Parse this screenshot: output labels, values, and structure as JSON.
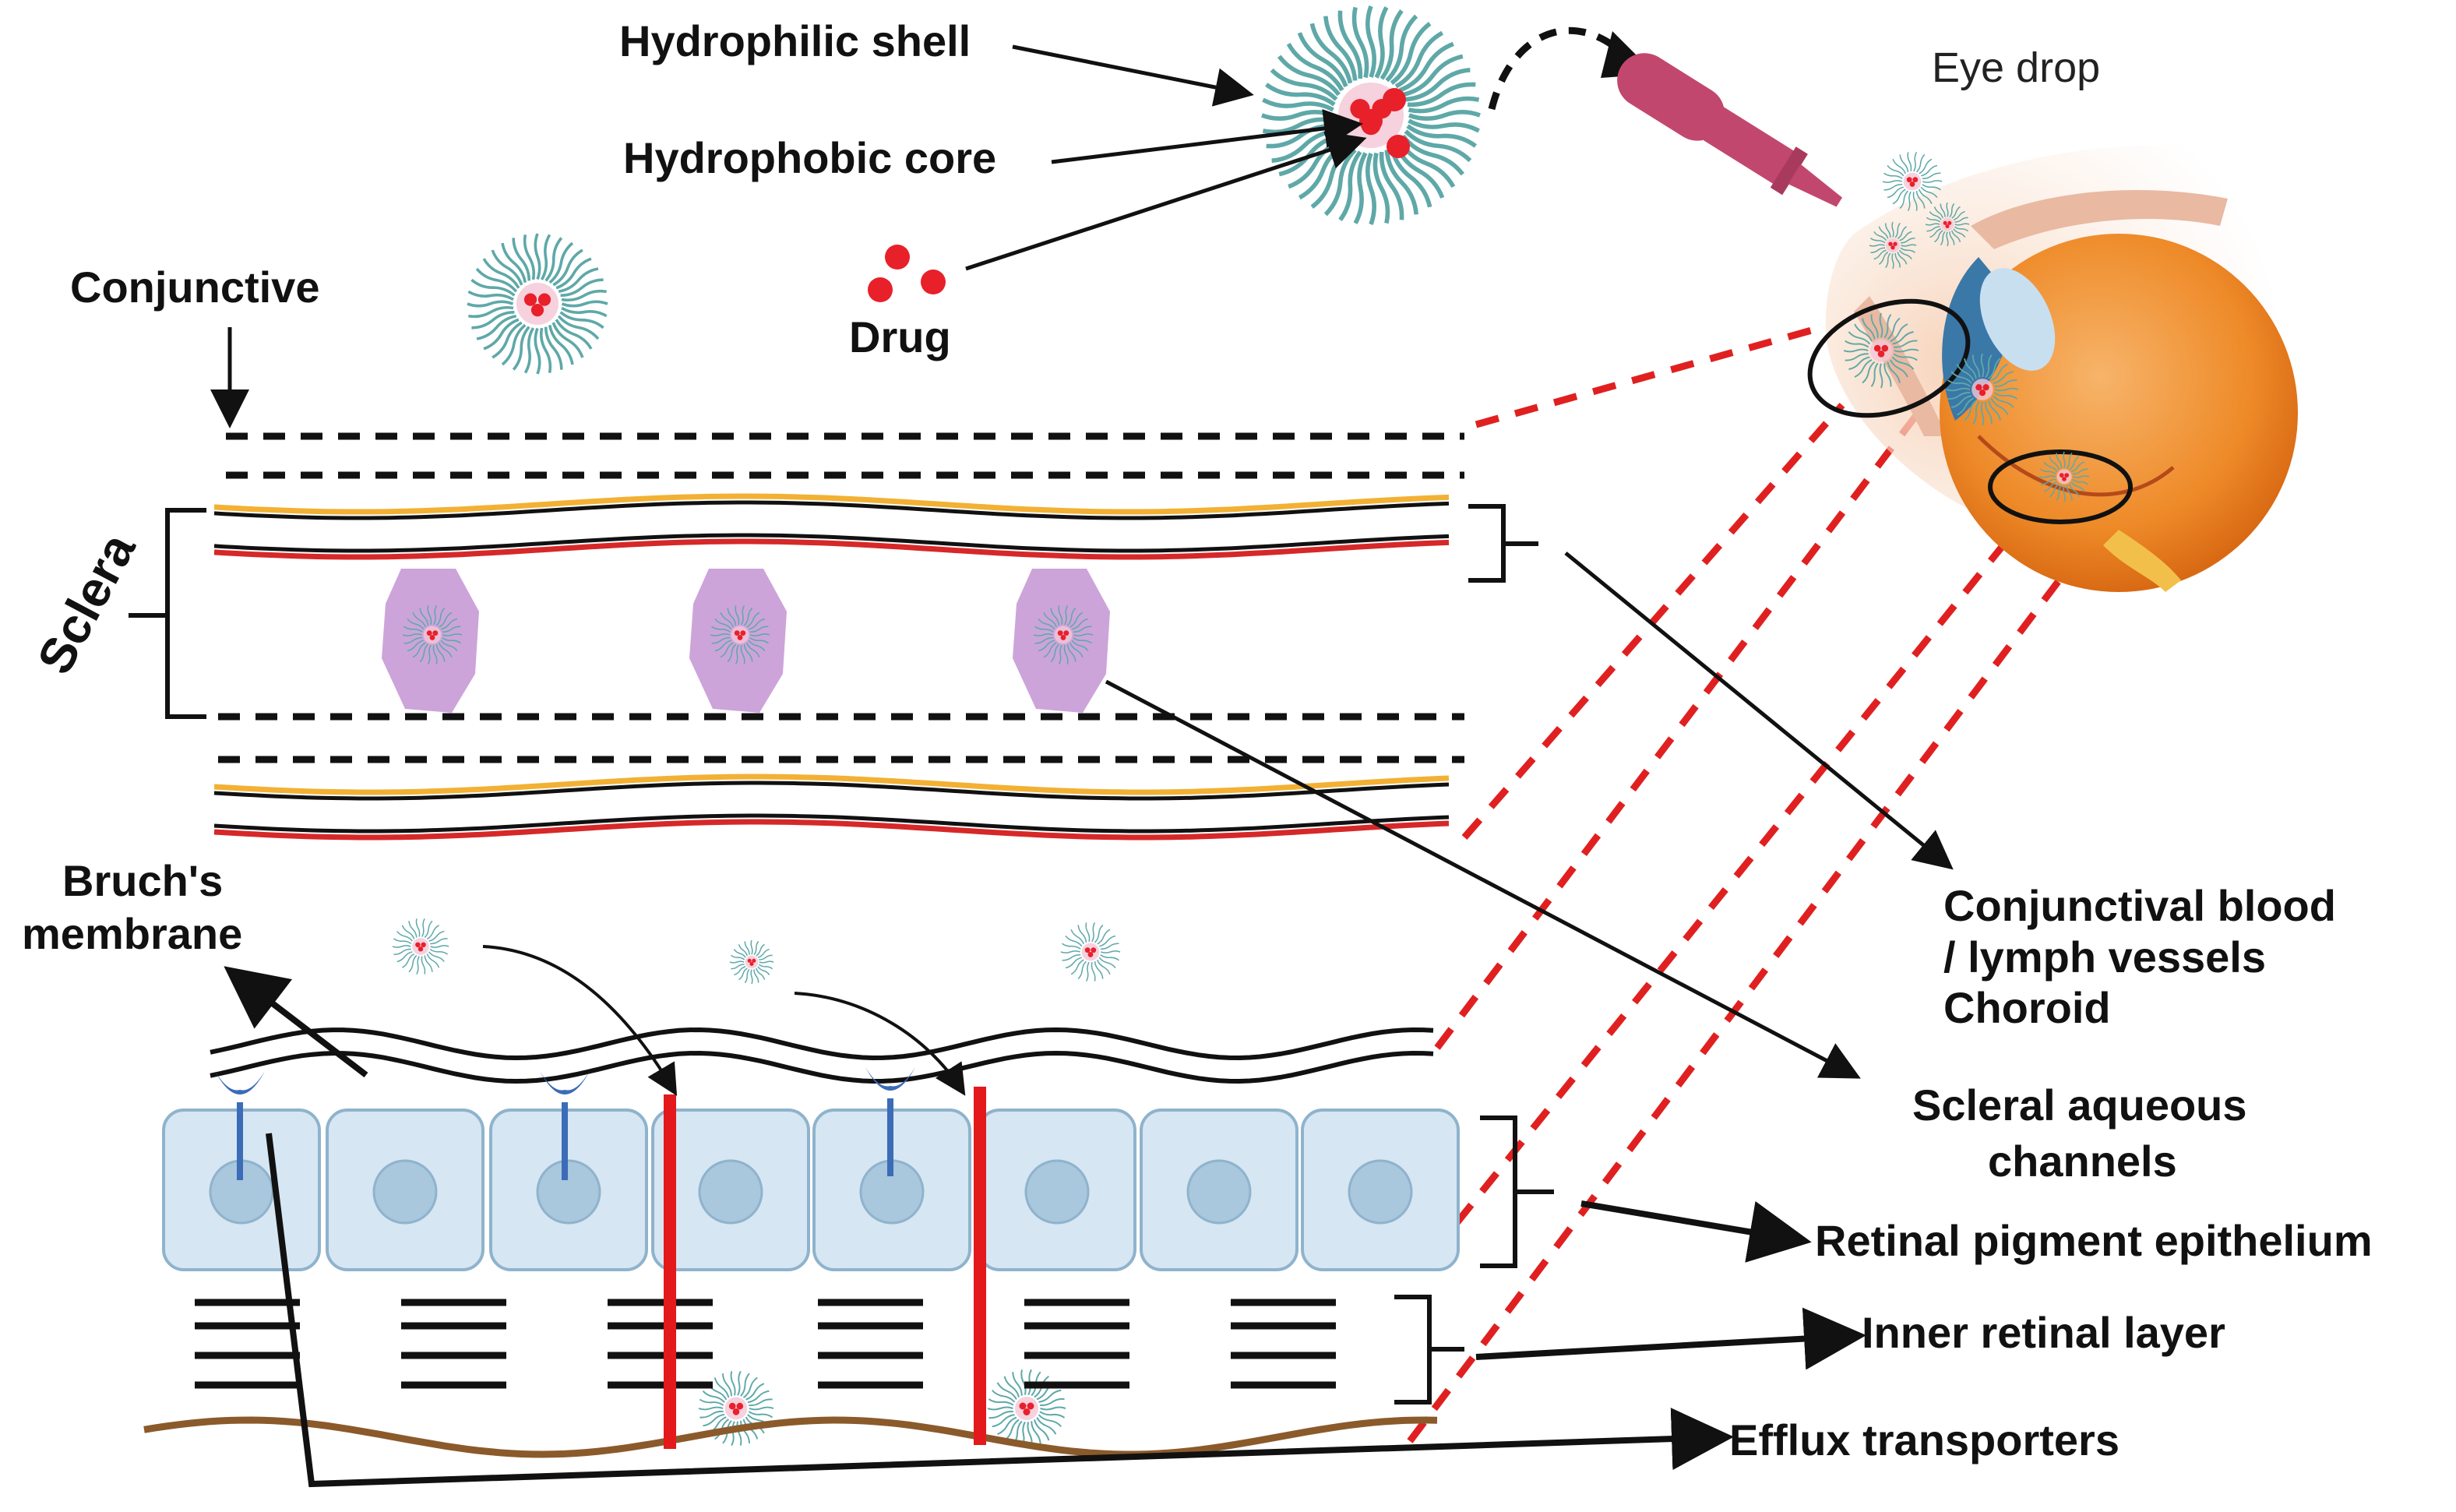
{
  "labels": {
    "hydrophilic_shell": "Hydrophilic shell",
    "hydrophobic_core": "Hydrophobic core",
    "drug": "Drug",
    "eye_drop": "Eye drop",
    "conjunctive": "Conjunctive",
    "sclera": "Sclera",
    "bruchs_line1": "Bruch's",
    "bruchs_line2": "membrane",
    "conj_vessels_line1": "Conjunctival blood",
    "conj_vessels_line2": "/ lymph vessels",
    "conj_vessels_line3": "Choroid",
    "scleral_line1": "Scleral aqueous",
    "scleral_line2": "channels",
    "rpe": "Retinal pigment epithelium",
    "inner_retinal": "Inner retinal layer",
    "efflux": "Efflux transporters"
  },
  "colors": {
    "micelle_shell": "#5fa8a8",
    "drug_red": "#e8202a",
    "dropper": "#c2476f",
    "vessel_yellow": "#f2b134",
    "vessel_red": "#d62828",
    "scleral_cell": "#c79ad6",
    "rpe_cell": "#d6e6f2",
    "rpe_nucleus": "#a9c7dd",
    "receptor": "#3b6cb7",
    "efflux_bar": "#e3191c",
    "baseline_brown": "#8b5a2b",
    "eye_orange": "#f08a24",
    "eye_blue": "#3a78a8",
    "zoom_line": "#e02020"
  }
}
